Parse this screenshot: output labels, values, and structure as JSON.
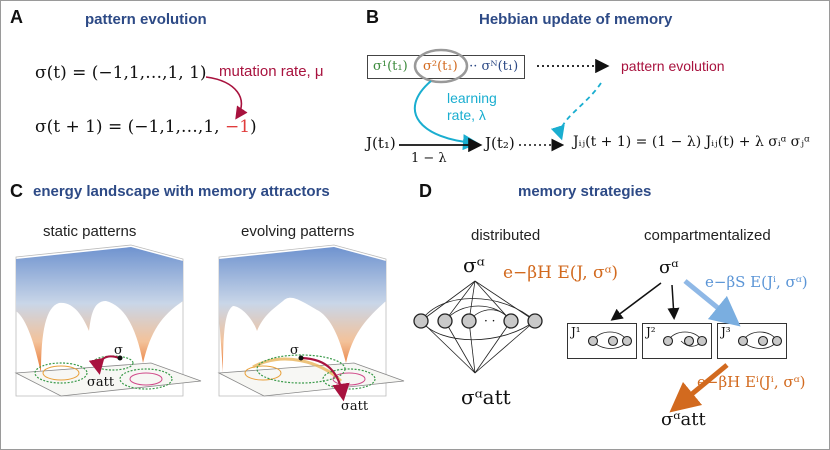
{
  "colors": {
    "title": "#2d4a86",
    "maroon": "#a8123e",
    "cyan": "#1aaed0",
    "orange": "#d26a1f",
    "green": "#3c8a3c",
    "blue_arrow": "#7aaee0"
  },
  "panelA": {
    "letter": "A",
    "title": "pattern evolution",
    "eq1": "σ(t) = (−1,1,…,1, 1)",
    "eq2_prefix": "σ(t + 1) = (−1,1,…,1,",
    "eq2_flip": "−1",
    "eq2_suffix": ")",
    "mutation": "mutation rate, μ"
  },
  "panelB": {
    "letter": "B",
    "title": "Hebbian update of memory",
    "box_s1": "σ¹(t₁)",
    "box_s2": "σ²(t₁)",
    "box_sN": "··· σᴺ(t₁)",
    "pattern_evolution": "pattern evolution",
    "learning1": "learning",
    "learning2": "rate, λ",
    "J1": "J(t₁)",
    "J2": "J(t₂)",
    "one_minus": "1 − λ",
    "update_eq": "Jᵢⱼ(t + 1) = (1 − λ) Jᵢⱼ(t) + λ σᵢᵅ σⱼᵅ"
  },
  "panelC": {
    "letter": "C",
    "title": "energy landscape with memory attractors",
    "static": "static patterns",
    "evolving": "evolving patterns",
    "sigma": "σ",
    "sigma_att": "σatt"
  },
  "panelD": {
    "letter": "D",
    "title": "memory strategies",
    "distributed": "distributed",
    "compartmentalized": "compartmentalized",
    "sigma_alpha": "σᵅ",
    "sigma_att": "σᵅatt",
    "exp_H": "e−βH E(J, σᵅ)",
    "exp_S": "e−βS E(Jⁱ, σᵅ)",
    "exp_Hi": "e−βH Eⁱ(Jⁱ, σᵅ)",
    "J1": "J¹",
    "J2": "J²",
    "J3": "J³"
  }
}
